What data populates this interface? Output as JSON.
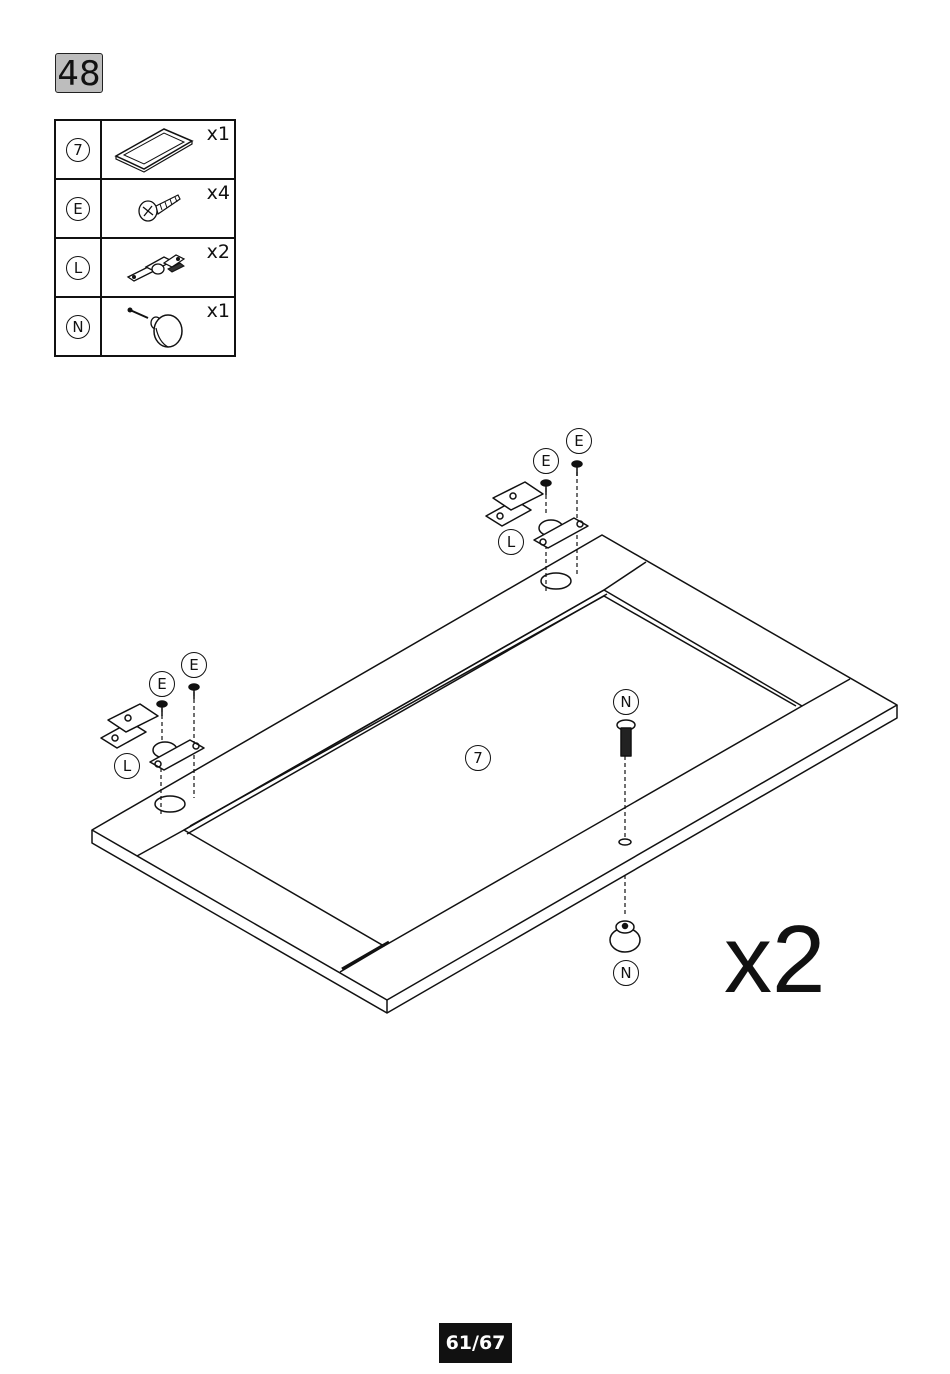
{
  "step": {
    "number": "48"
  },
  "parts": [
    {
      "code": "7",
      "qty": "x1",
      "icon": "panel-icon"
    },
    {
      "code": "E",
      "qty": "x4",
      "icon": "screw-icon"
    },
    {
      "code": "L",
      "qty": "x2",
      "icon": "hinge-icon"
    },
    {
      "code": "N",
      "qty": "x1",
      "icon": "knob-icon"
    }
  ],
  "diagram": {
    "labels": {
      "panel": "7",
      "screw": "E",
      "hinge": "L",
      "knob": "N"
    },
    "multiplier": "x2"
  },
  "footer": {
    "page": "61/67"
  }
}
